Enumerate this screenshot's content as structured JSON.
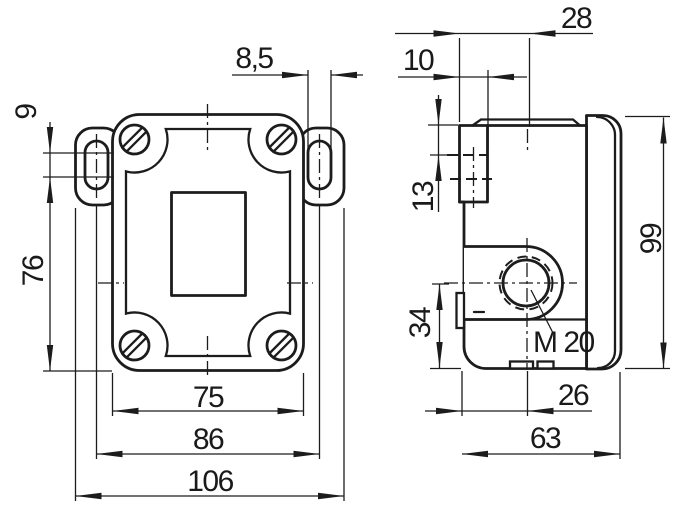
{
  "drawing": {
    "front": {
      "dim_slot_width": "8,5",
      "dim_slot_length": "9",
      "dim_hole_to_bottom": "76",
      "dim_body_width": "75",
      "dim_hole_spacing": "86",
      "dim_total_width": "106"
    },
    "side": {
      "dim_face_to_top_center": "28",
      "dim_block_depth": "10",
      "dim_block_step": "13",
      "dim_gland_to_bottom": "34",
      "dim_total_height": "99",
      "thread_label": "M 20",
      "dim_face_to_gland": "26",
      "dim_total_depth": "63"
    }
  }
}
